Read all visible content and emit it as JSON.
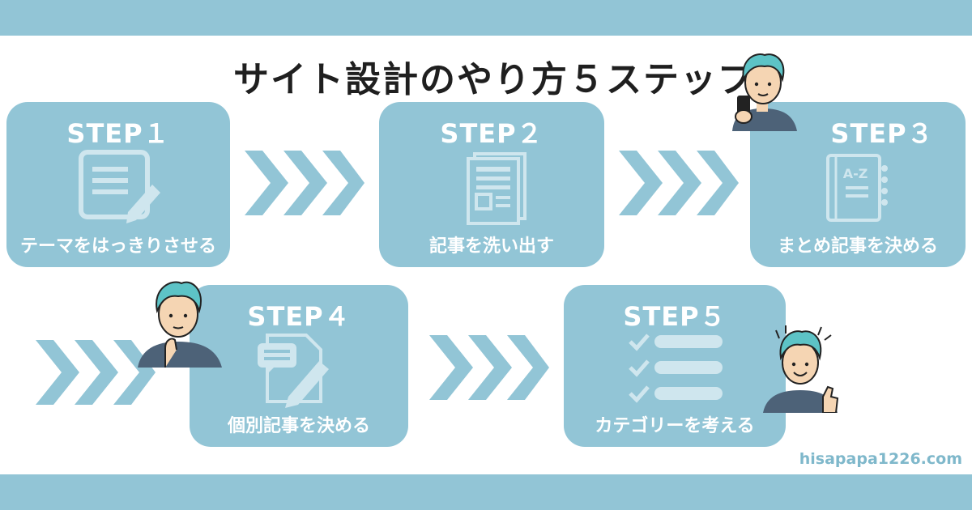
{
  "title": "サイト設計のやり方５ステップ",
  "steps": [
    {
      "label": "STEP１",
      "caption": "テーマをはっきりさせる",
      "icon": "edit-note-icon"
    },
    {
      "label": "STEP２",
      "caption": "記事を洗い出す",
      "icon": "newspaper-icon"
    },
    {
      "label": "STEP３",
      "caption": "まとめ記事を決める",
      "icon": "a-z-book-icon"
    },
    {
      "label": "STEP４",
      "caption": "個別記事を決める",
      "icon": "write-document-icon"
    },
    {
      "label": "STEP５",
      "caption": "カテゴリーを考える",
      "icon": "checklist-icon"
    }
  ],
  "book_text": "A-Z",
  "site": "hisapapa1226.com",
  "colors": {
    "accent": "#92c5d6",
    "text": "#1f1f1f",
    "white": "#ffffff"
  }
}
